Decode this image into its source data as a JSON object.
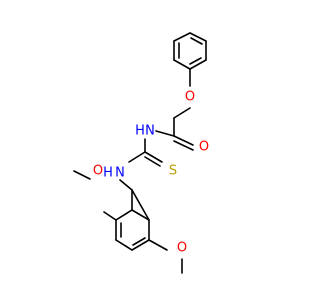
{
  "molecule": {
    "atoms": [
      {
        "id": "o_ether_top",
        "symbol": "O",
        "color": "#ff0000"
      },
      {
        "id": "o_carbonyl",
        "symbol": "O",
        "color": "#ff0000"
      },
      {
        "id": "n_amide_h",
        "symbol": "H",
        "color": "#0000ff"
      },
      {
        "id": "n_amide_n",
        "symbol": "N",
        "color": "#0000ff"
      },
      {
        "id": "n_thio_h",
        "symbol": "H",
        "color": "#0000ff"
      },
      {
        "id": "n_thio_n",
        "symbol": "N",
        "color": "#0000ff"
      },
      {
        "id": "s_thio",
        "symbol": "S",
        "color": "#b8a000"
      },
      {
        "id": "o_methoxy_left",
        "symbol": "O",
        "color": "#ff0000"
      },
      {
        "id": "o_methoxy_right",
        "symbol": "O",
        "color": "#ff0000"
      }
    ]
  }
}
